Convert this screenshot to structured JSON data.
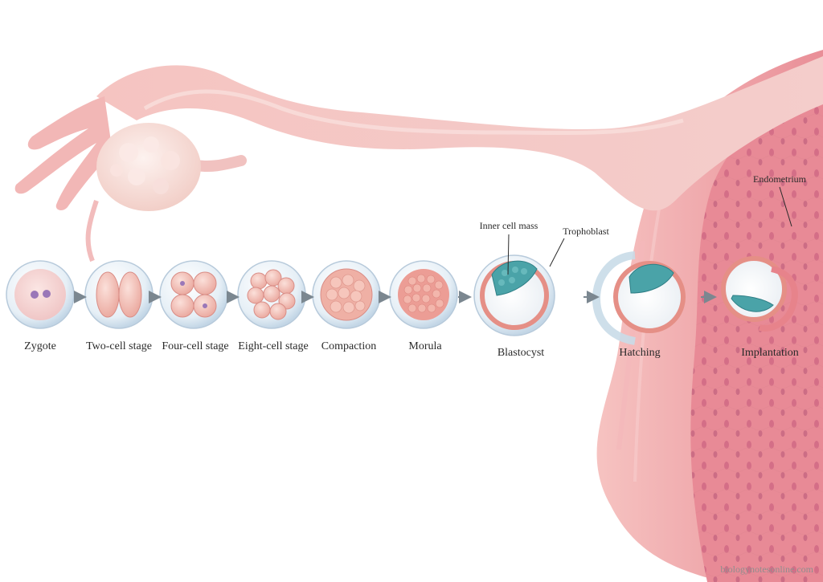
{
  "stages": [
    {
      "id": "zygote",
      "label": "Zygote"
    },
    {
      "id": "two-cell",
      "label": "Two-cell stage"
    },
    {
      "id": "four-cell",
      "label": "Four-cell stage"
    },
    {
      "id": "eight-cell",
      "label": "Eight-cell stage"
    },
    {
      "id": "compaction",
      "label": "Compaction"
    },
    {
      "id": "morula",
      "label": "Morula"
    },
    {
      "id": "blastocyst",
      "label": "Blastocyst"
    },
    {
      "id": "hatching",
      "label": "Hatching"
    },
    {
      "id": "implantation",
      "label": "Implantation"
    }
  ],
  "annotations": {
    "inner_cell_mass": "Inner cell mass",
    "trophoblast": "Trophoblast",
    "endometrium": "Endometrium"
  },
  "watermark": "biologynotesonline.com",
  "colors": {
    "tube": "#f6c9c6",
    "uterus": "#ef9fa6",
    "membrane": "#d9e7f1",
    "cell": "#f4b7ad",
    "inner_cell_mass": "#4aa3a8",
    "arrow": "#7b8790"
  }
}
